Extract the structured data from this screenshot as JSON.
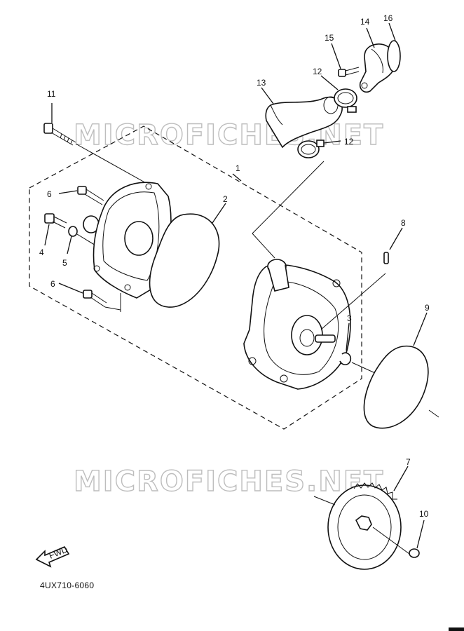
{
  "watermarks": [
    "MICROFICHES.NET",
    "MICROFICHES.NET"
  ],
  "callouts": {
    "c1": "1",
    "c2": "2",
    "c3": "3",
    "c4": "4",
    "c5": "5",
    "c6a": "6",
    "c6b": "6",
    "c7": "7",
    "c8": "8",
    "c9": "9",
    "c10": "10",
    "c11": "11",
    "c12a": "12",
    "c12b": "12",
    "c13": "13",
    "c14": "14",
    "c15": "15",
    "c16": "16"
  },
  "arrow_label": "FWD",
  "diagram_code": "4UX710-6060"
}
